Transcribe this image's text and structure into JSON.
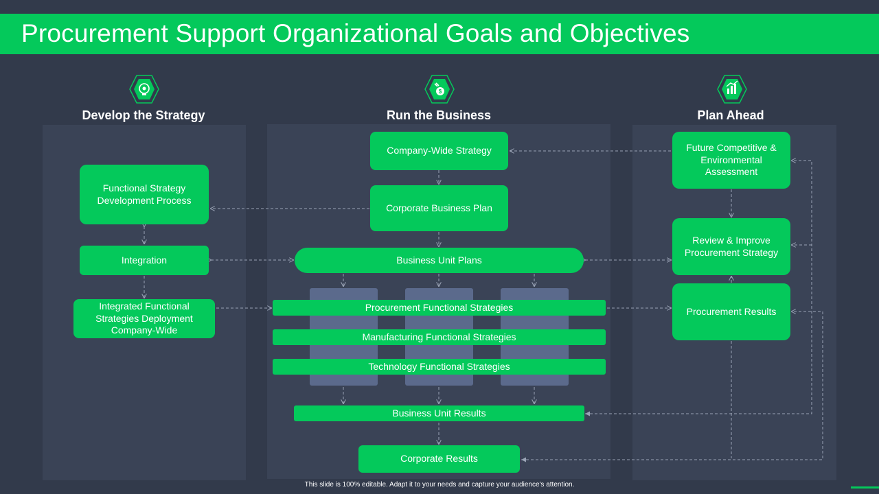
{
  "title": "Procurement Support Organizational Goals and Objectives",
  "columns": {
    "develop": {
      "heading": "Develop the Strategy",
      "icon": "brain-gear-icon"
    },
    "run": {
      "heading": "Run the Business",
      "icon": "money-bag-icon"
    },
    "plan": {
      "heading": "Plan Ahead",
      "icon": "growth-chart-icon"
    }
  },
  "develop": {
    "functional_process": "Functional Strategy Development Process",
    "integration": "Integration",
    "deployment": "Integrated Functional Strategies Deployment Company-Wide"
  },
  "run": {
    "company_wide_strategy": "Company-Wide Strategy",
    "corporate_business_plan": "Corporate Business Plan",
    "business_unit_plans": "Business Unit Plans",
    "procurement_functional": "Procurement Functional Strategies",
    "manufacturing_functional": "Manufacturing Functional Strategies",
    "technology_functional": "Technology Functional Strategies",
    "business_unit_results": "Business Unit Results",
    "corporate_results": "Corporate Results"
  },
  "plan": {
    "future_assessment": "Future Competitive & Environmental Assessment",
    "review_improve": "Review & Improve Procurement Strategy",
    "procurement_results": "Procurement Results"
  },
  "footer": "This slide is 100% editable. Adapt it to your needs and capture your audience's attention.",
  "colors": {
    "accent": "#04c95b",
    "background": "#323a4b",
    "panel": "#3a4356",
    "column": "#5b6a8c"
  }
}
